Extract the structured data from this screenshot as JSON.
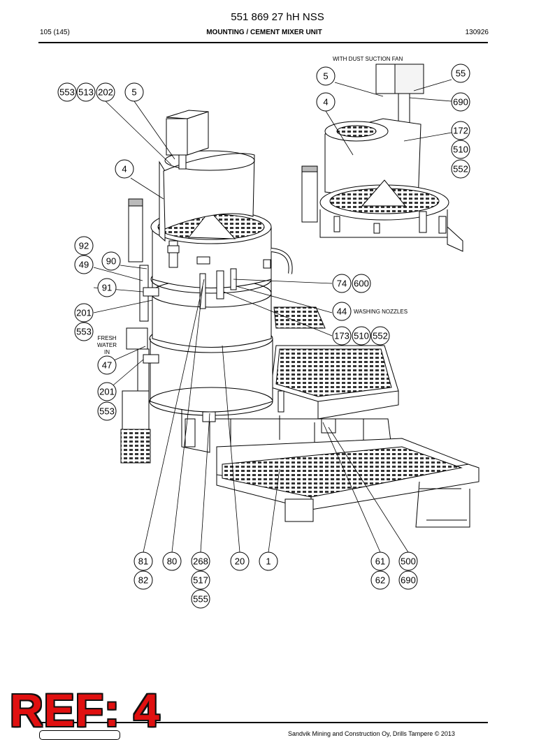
{
  "header": {
    "title": "551 869 27 hH NSS",
    "page": "105 (145)",
    "section": "MOUNTING / CEMENT MIXER UNIT",
    "code": "130926"
  },
  "notes": {
    "dust_fan": "WITH DUST SUCTION FAN",
    "washing": "WASHING NOZZLES",
    "fresh_water_1": "FRESH",
    "fresh_water_2": "WATER",
    "fresh_water_3": "IN"
  },
  "callouts": {
    "c553a": "553",
    "c513": "513",
    "c202": "202",
    "c5a": "5",
    "c4a": "4",
    "c5b": "5",
    "c55": "55",
    "c4b": "4",
    "c690a": "690",
    "c172": "172",
    "c510a": "510",
    "c552a": "552",
    "c92": "92",
    "c90": "90",
    "c49": "49",
    "c91": "91",
    "c201a": "201",
    "c553b": "553",
    "c74": "74",
    "c600": "600",
    "c44": "44",
    "c173": "173",
    "c510b": "510",
    "c552b": "552",
    "c47": "47",
    "c201b": "201",
    "c553c": "553",
    "c81": "81",
    "c82": "82",
    "c80": "80",
    "c268": "268",
    "c517": "517",
    "c555": "555",
    "c20": "20",
    "c1": "1",
    "c61": "61",
    "c62": "62",
    "c500": "500",
    "c690b": "690"
  },
  "stamp": "REF: 4",
  "footer": "Sandvik Mining and Construction Oy, Drills Tampere © 2013"
}
